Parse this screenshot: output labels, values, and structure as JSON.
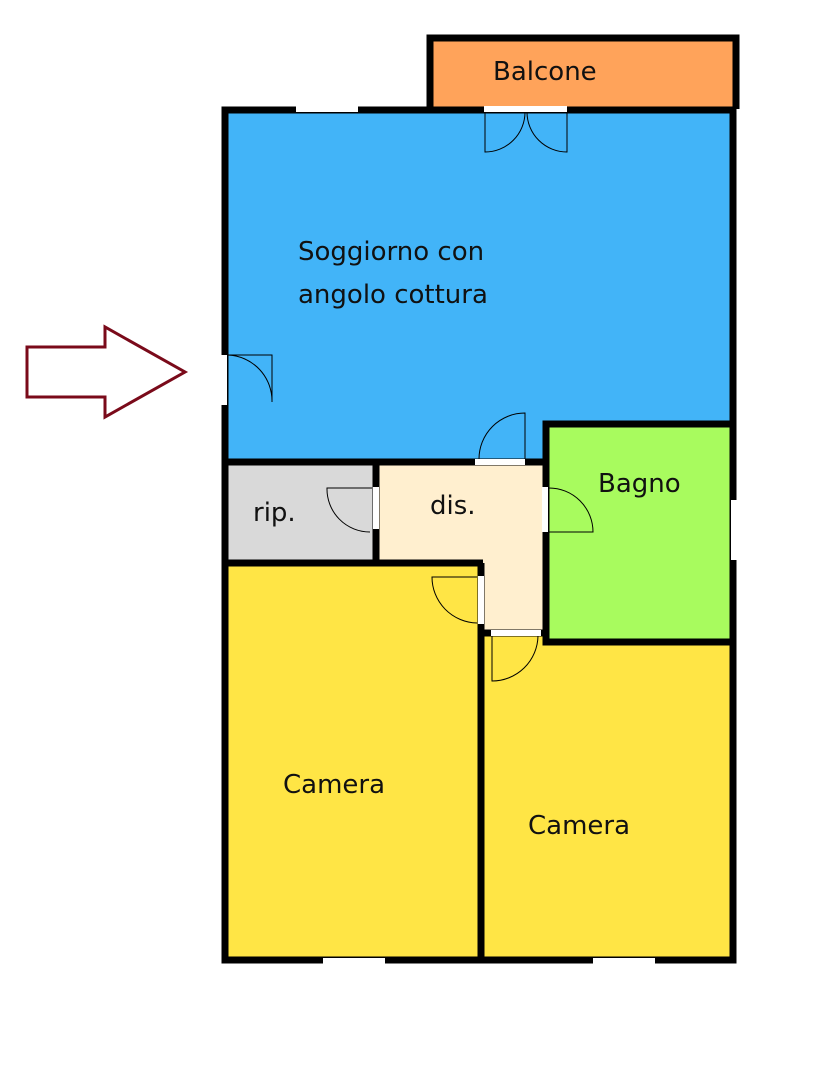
{
  "title": "Floor plan",
  "colors": {
    "soggiorno": "#42b4f8",
    "balcone": "#ffa35a",
    "bagno": "#a8fb5e",
    "ripostiglio": "#d9d9d9",
    "disimpegno": "#ffefcf",
    "camera": "#ffe545",
    "wall": "#000000",
    "arrow": "#7a0a1a"
  },
  "rooms": {
    "balcone": "Balcone",
    "soggiorno_line1": "Soggiorno con",
    "soggiorno_line2": "angolo cottura",
    "bagno": "Bagno",
    "ripostiglio": "rip.",
    "disimpegno": "dis.",
    "camera1": "Camera",
    "camera2": "Camera"
  },
  "entrance": "entrance-arrow"
}
